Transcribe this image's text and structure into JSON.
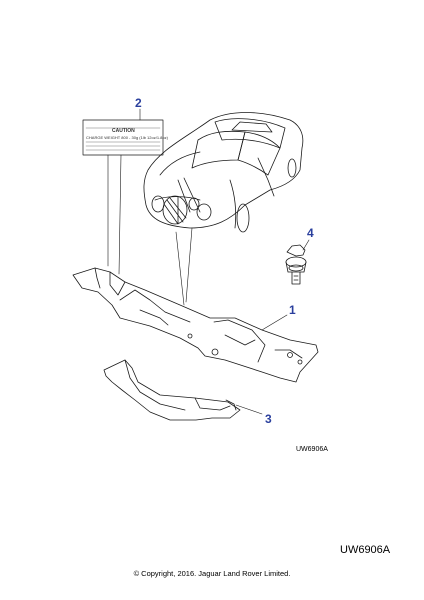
{
  "callouts": {
    "part_1": "1",
    "part_2": "2",
    "part_3": "3",
    "part_4": "4"
  },
  "caution_label": {
    "heading": "CAUTION",
    "charge_weight": "CHARGE WEIGHT 800 - 30g (1lb 12oz/1.8oz)"
  },
  "diagram_code_small": "UW6906A",
  "diagram_code_large": "UW6906A",
  "copyright": "© Copyright, 2016. Jaguar Land Rover Limited.",
  "colors": {
    "callout": "#2a3f9d",
    "line_art": "#1a1a1a"
  }
}
